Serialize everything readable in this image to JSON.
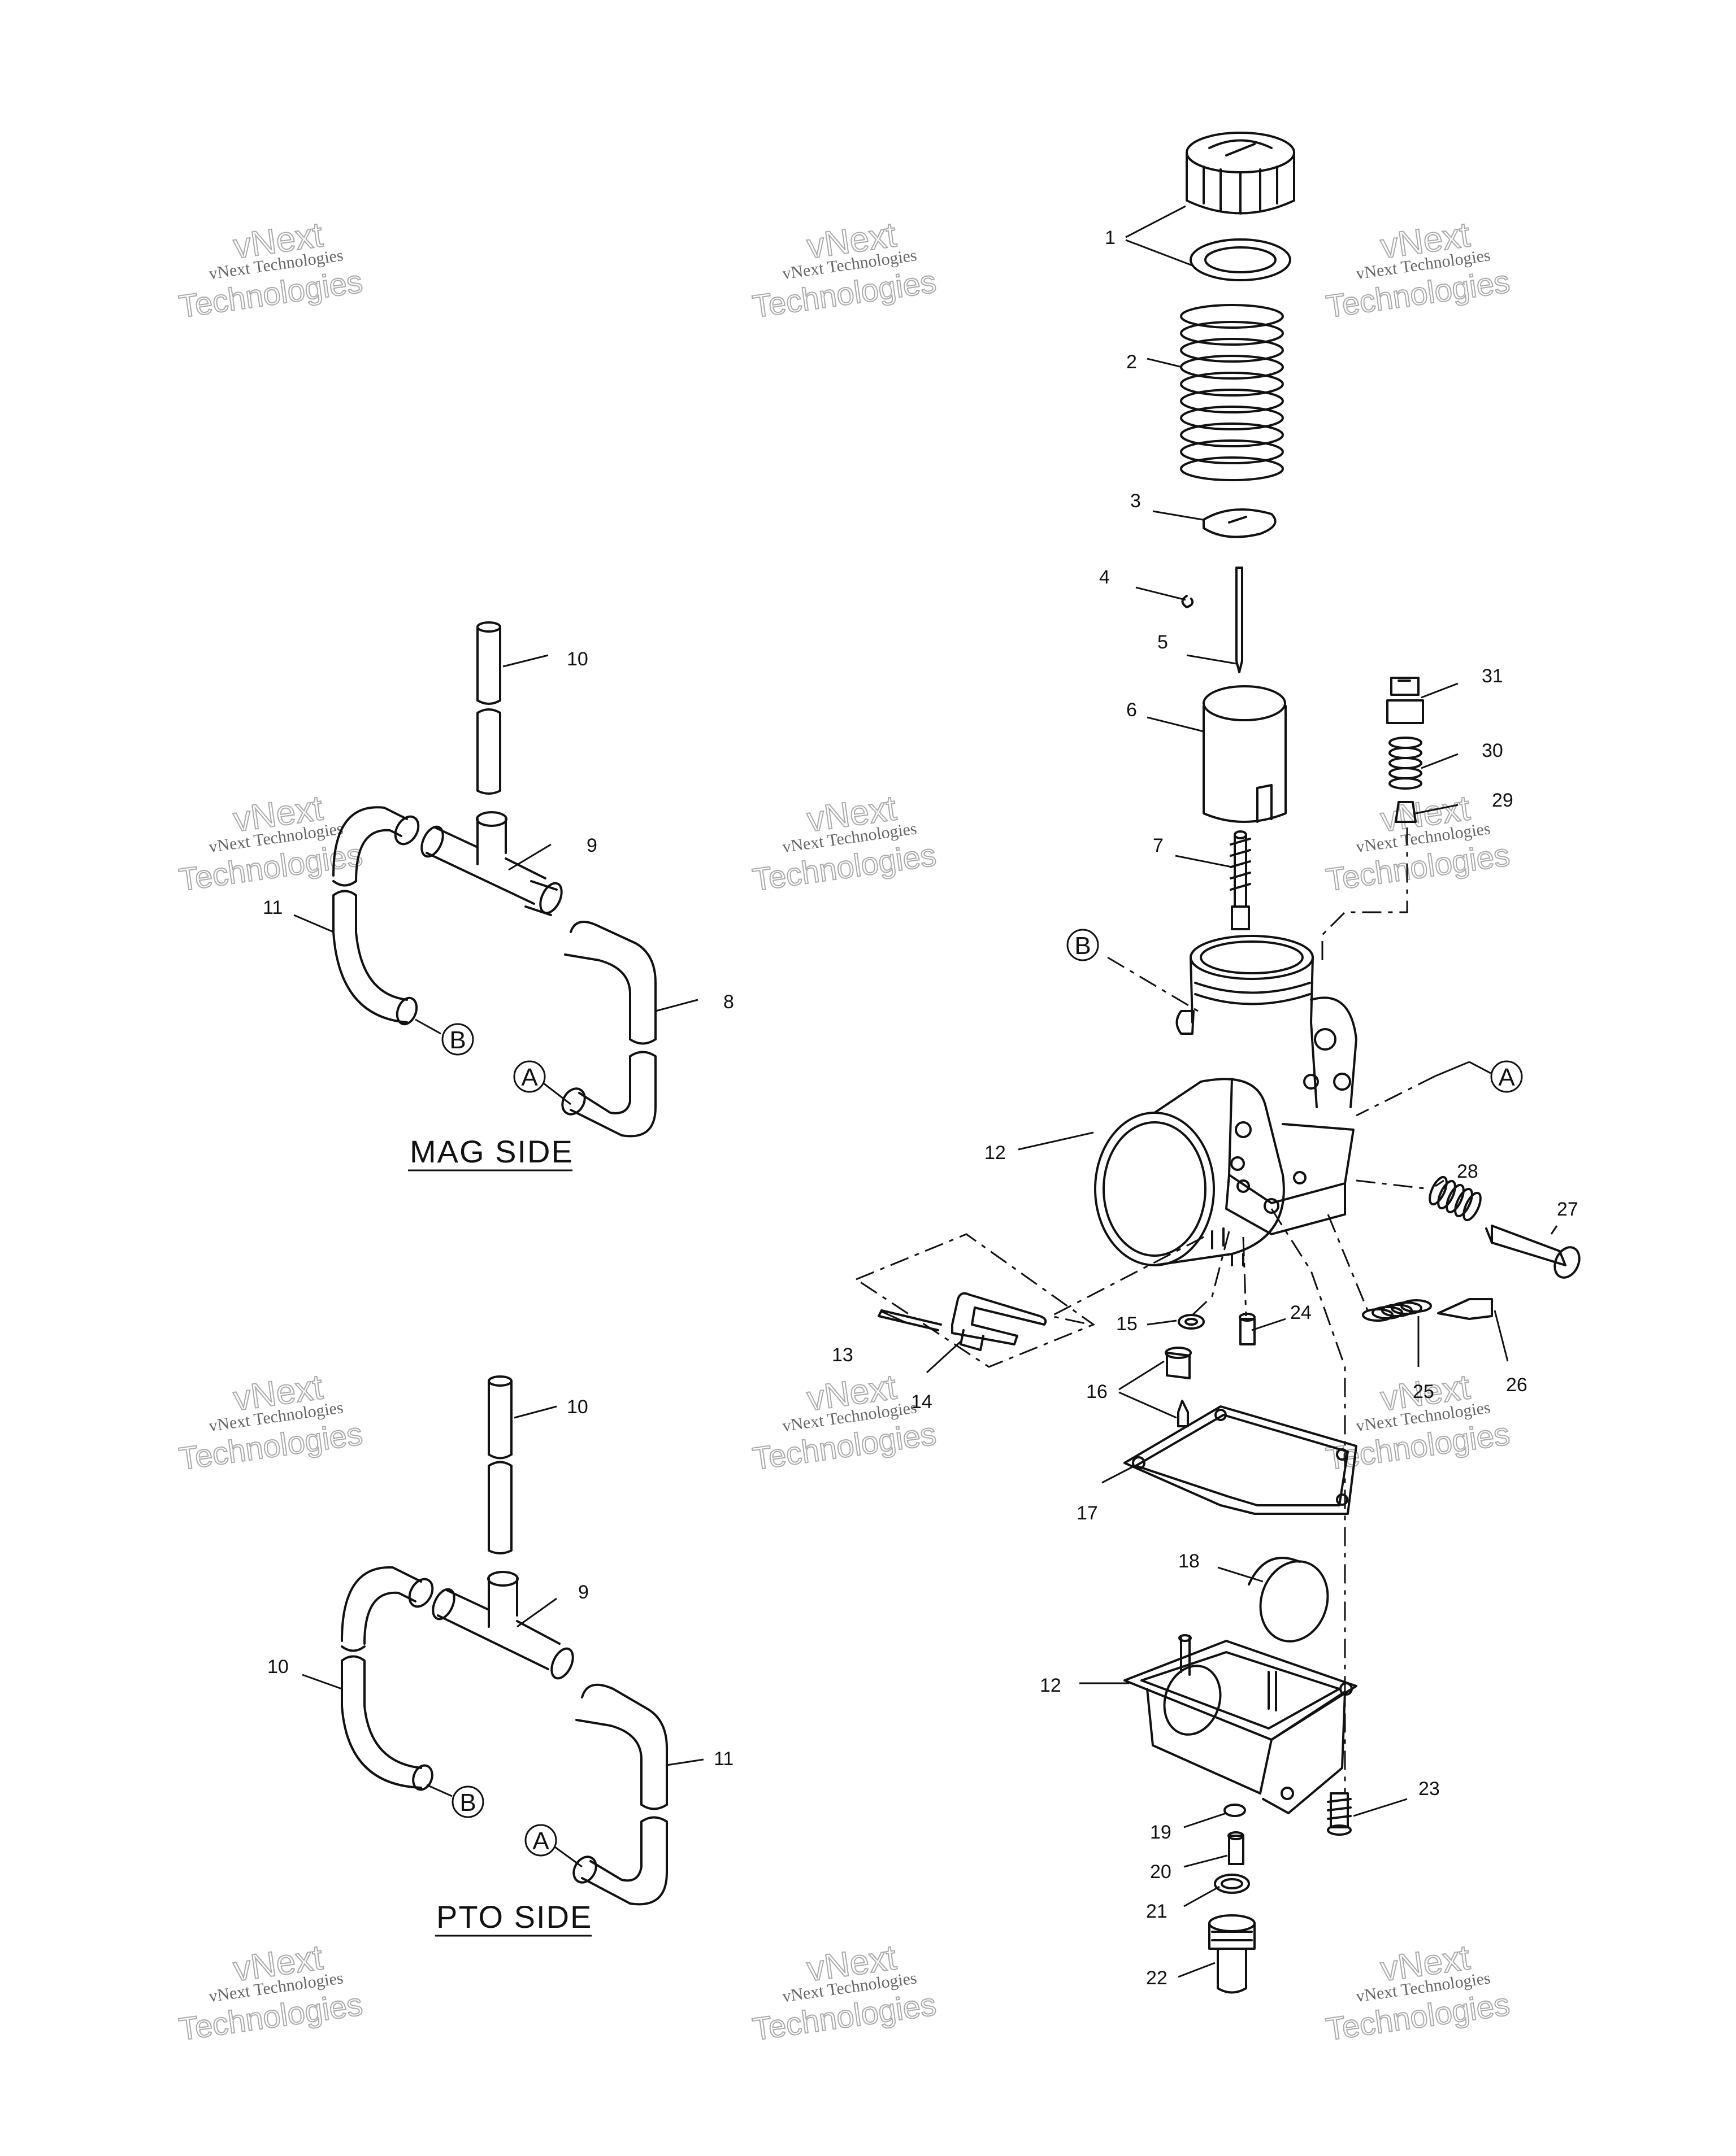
{
  "sections": {
    "mag_side_title": "MAG SIDE",
    "pto_side_title": "PTO SIDE"
  },
  "reference_letters": {
    "a": "A",
    "b": "B"
  },
  "watermark": {
    "line1": "vNext",
    "line2": "vNext Technologies",
    "line3": "Technologies"
  },
  "callouts": [
    "1",
    "2",
    "3",
    "4",
    "5",
    "6",
    "7",
    "8",
    "9",
    "10",
    "11",
    "12",
    "13",
    "14",
    "15",
    "16",
    "17",
    "18",
    "19",
    "20",
    "21",
    "22",
    "23",
    "24",
    "25",
    "26",
    "27",
    "28",
    "29",
    "30",
    "31"
  ],
  "hose_labels": {
    "mag_top": "10",
    "mag_tee": "9",
    "mag_left": "11",
    "mag_right": "8",
    "pto_top": "10",
    "pto_tee": "9",
    "pto_left": "10",
    "pto_right": "11",
    "body_upper": "12",
    "bowl": "12"
  }
}
